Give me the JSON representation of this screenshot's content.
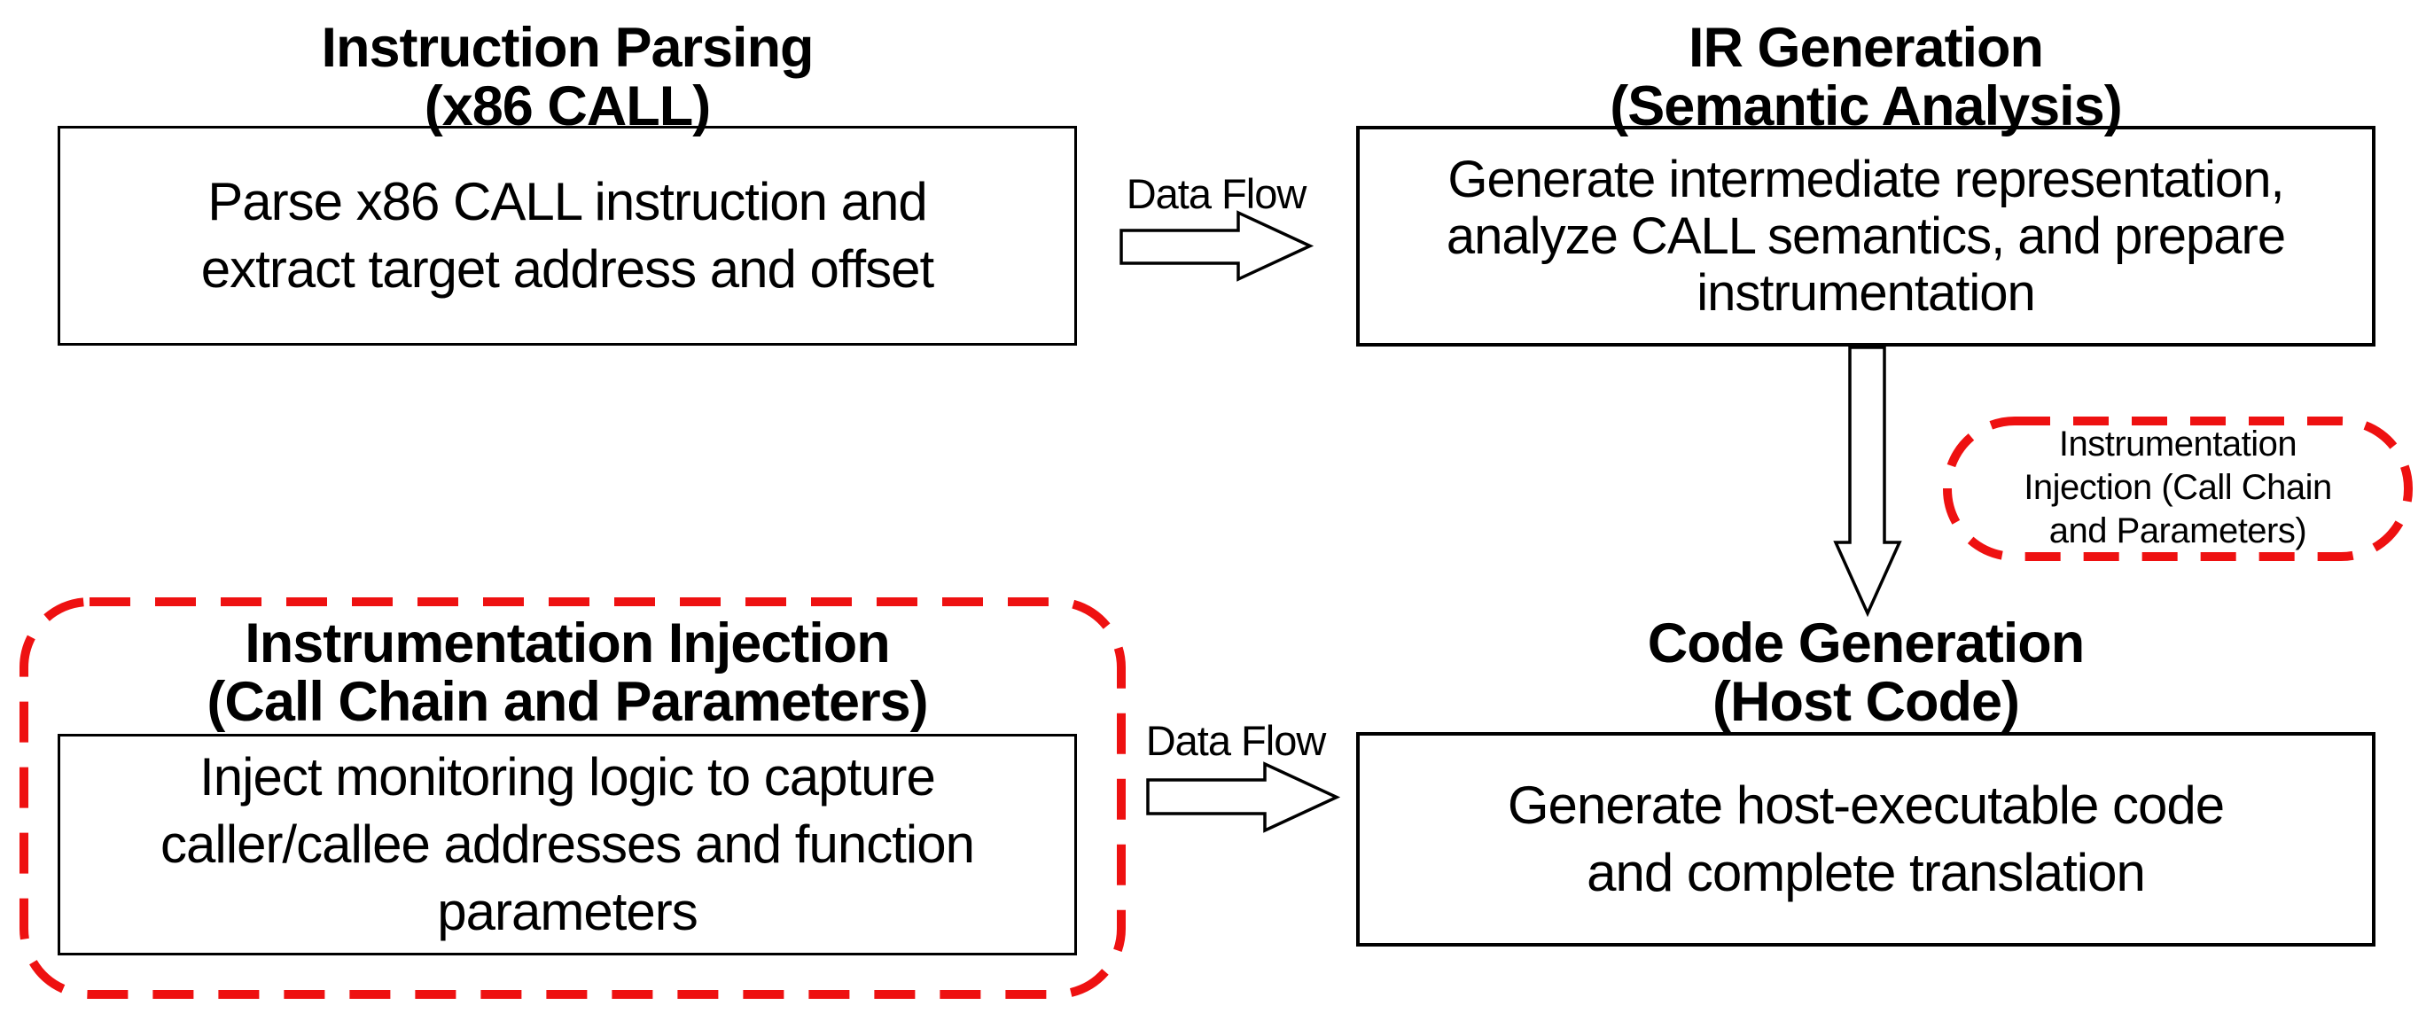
{
  "colors": {
    "background": "#ffffff",
    "ink": "#000000",
    "box_border": "#000000",
    "dashed_highlight": "#ee1111",
    "arrow_fill": "#ffffff",
    "arrow_stroke": "#000000"
  },
  "nodes": {
    "instruction_parsing": {
      "title_lines": [
        "Instruction Parsing",
        "(x86 CALL)"
      ],
      "body_lines": [
        "Parse x86 CALL instruction and",
        "extract target address and offset"
      ]
    },
    "ir_generation": {
      "title_lines": [
        "IR Generation",
        "(Semantic Analysis)"
      ],
      "body_lines": [
        "Generate intermediate representation,",
        "analyze CALL semantics, and prepare",
        "instrumentation"
      ]
    },
    "instrumentation_injection": {
      "title_lines": [
        "Instrumentation Injection",
        "(Call Chain and Parameters)"
      ],
      "body_lines": [
        "Inject monitoring logic to capture",
        "caller/callee addresses and function",
        "parameters"
      ]
    },
    "code_generation": {
      "title_lines": [
        "Code Generation",
        "(Host Code)"
      ],
      "body_lines": [
        "Generate host-executable code",
        "and complete translation"
      ]
    }
  },
  "labels": {
    "data_flow_top": "Data Flow",
    "data_flow_bottom": "Data Flow",
    "callout_lines": [
      "Instrumentation",
      "Injection (Call Chain",
      "and Parameters)"
    ]
  }
}
